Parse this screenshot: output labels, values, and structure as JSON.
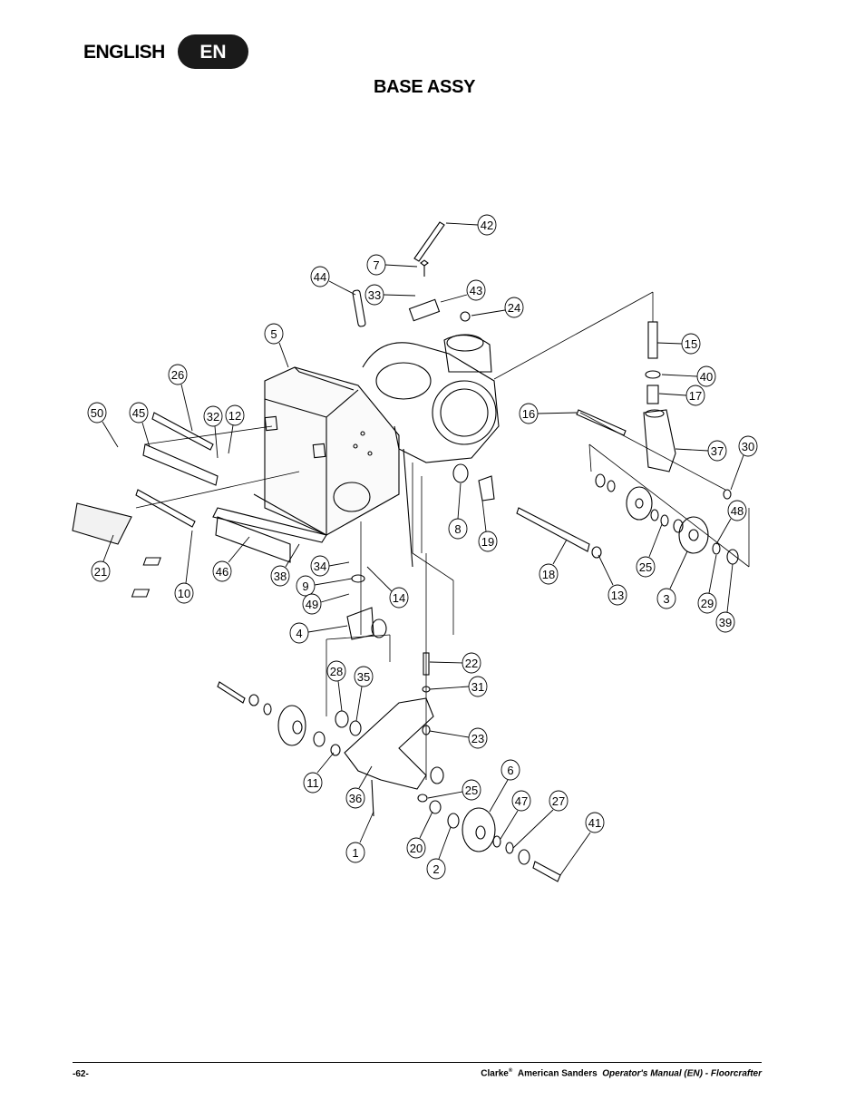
{
  "header": {
    "language_label": "ENGLISH",
    "language_code": "EN"
  },
  "title": "BASE ASSY",
  "callouts": [
    "42",
    "7",
    "44",
    "33",
    "43",
    "24",
    "5",
    "15",
    "40",
    "17",
    "26",
    "50",
    "45",
    "32",
    "12",
    "16",
    "37",
    "30",
    "8",
    "19",
    "48",
    "21",
    "10",
    "46",
    "38",
    "34",
    "9",
    "14",
    "49",
    "18",
    "13",
    "25",
    "3",
    "29",
    "39",
    "4",
    "22",
    "31",
    "28",
    "35",
    "23",
    "11",
    "36",
    "25",
    "6",
    "47",
    "27",
    "41",
    "1",
    "20",
    "2"
  ],
  "footer": {
    "page_number": "-62-",
    "brand": "Clarke",
    "registered": "®",
    "company": "American Sanders",
    "manual": "Operator's Manual (EN) - Floorcrafter"
  }
}
